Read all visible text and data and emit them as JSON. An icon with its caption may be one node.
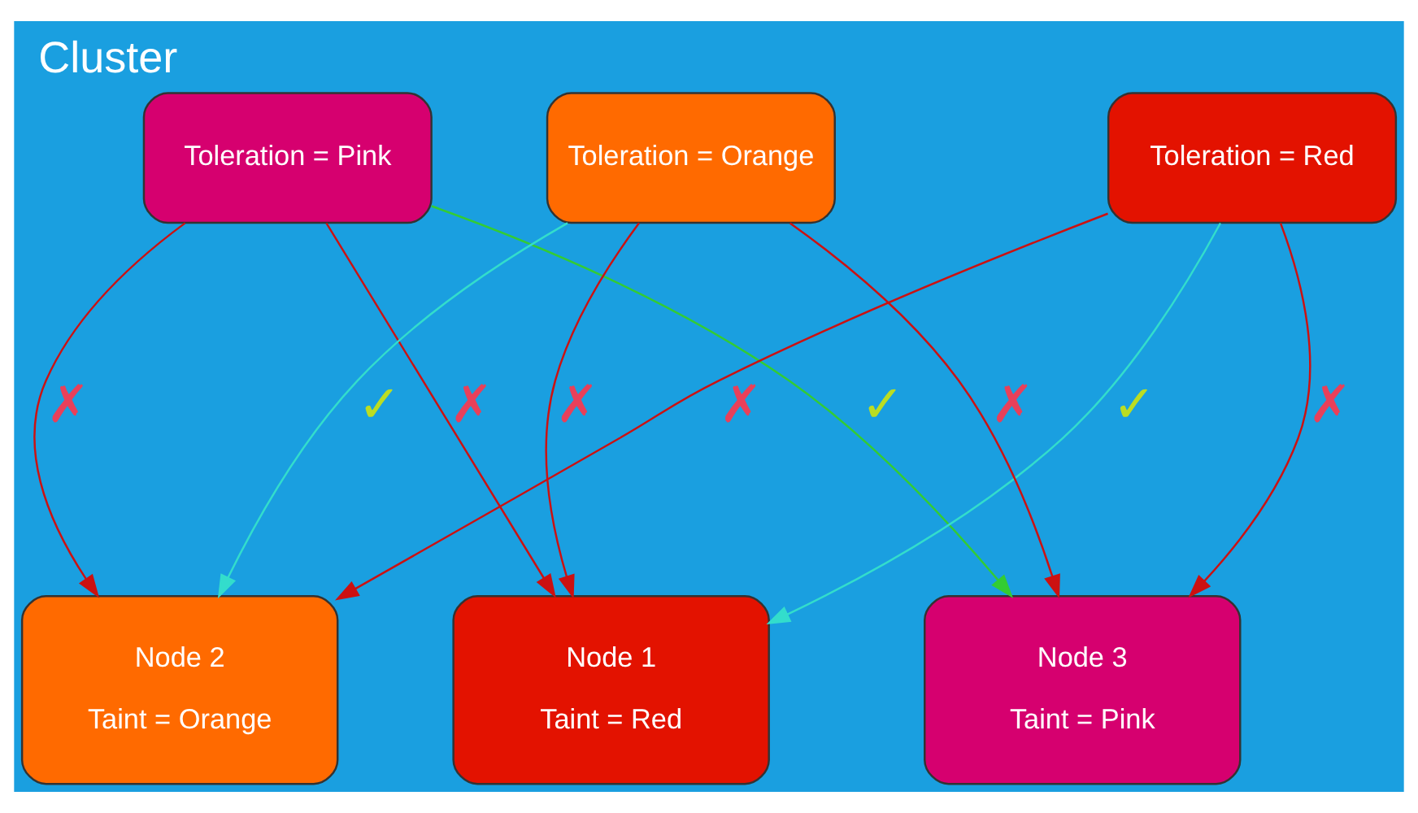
{
  "diagram": {
    "title": "Cluster",
    "nodes": [
      {
        "text": [
          "Toleration = Pink"
        ]
      },
      {
        "text": [
          "Toleration = Red"
        ]
      },
      {
        "text": [
          "Toleration = Orange"
        ]
      },
      {
        "text": [
          "Node 1",
          "Taint = Red"
        ]
      },
      {
        "text": [
          "Node 2",
          "Taint = Orange"
        ]
      },
      {
        "text": [
          "Node 3",
          "Taint = Pink"
        ]
      }
    ],
    "edges": [
      {
        "from": 0,
        "to": 3,
        "arrow": "to",
        "label": "✗"
      },
      {
        "from": 0,
        "to": 4,
        "arrow": "to",
        "label": "✗"
      },
      {
        "from": 0,
        "to": 5,
        "arrow": "to",
        "label": "✓",
        "color": "#33cc33"
      },
      {
        "from": 1,
        "to": 3,
        "arrow": "to",
        "label": "✓",
        "color": "#33ddcc"
      },
      {
        "from": 1,
        "to": 4,
        "arrow": "to",
        "label": "✗"
      },
      {
        "from": 1,
        "to": 5,
        "arrow": "to",
        "label": "✗"
      },
      {
        "from": 2,
        "to": 3,
        "arrow": "to",
        "label": "✗"
      },
      {
        "from": 2,
        "to": 4,
        "arrow": "to",
        "label": "✓",
        "color": "#33ddcc"
      },
      {
        "from": 2,
        "to": 5,
        "arrow": "to",
        "label": "✗"
      }
    ]
  }
}
